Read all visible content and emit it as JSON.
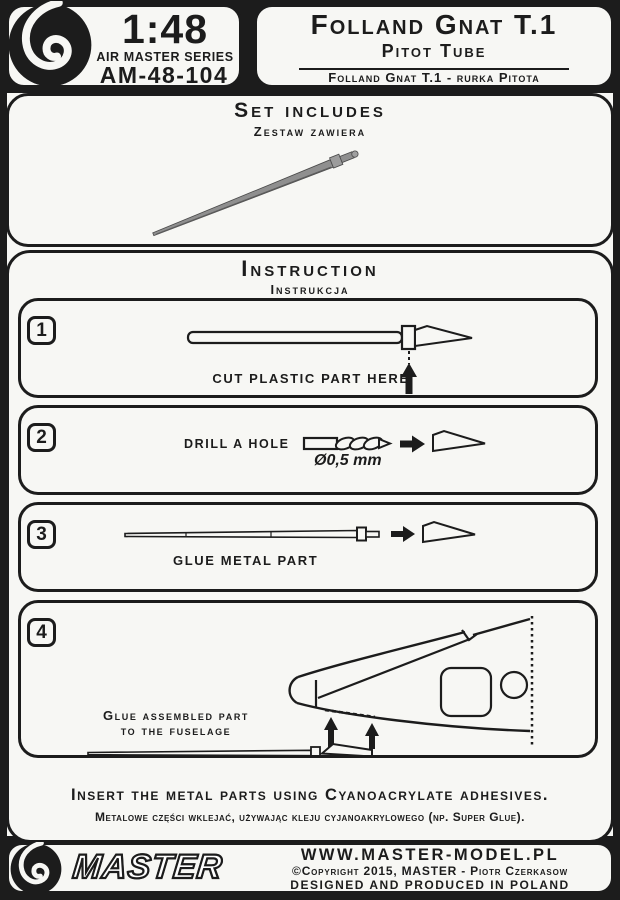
{
  "header": {
    "scale": "1:48",
    "series": "AIR MASTER SERIES",
    "code": "AM-48-104",
    "title": "Folland Gnat T.1",
    "subtitle": "Pitot Tube",
    "subtitle_pl": "Folland Gnat T.1 - rurka Pitota"
  },
  "set_includes": {
    "title": "Set includes",
    "title_pl": "Zestaw zawiera"
  },
  "instruction": {
    "title": "Instruction",
    "title_pl": "Instrukcja"
  },
  "steps": [
    {
      "number": "1",
      "caption": "CUT PLASTIC PART HERE"
    },
    {
      "number": "2",
      "caption": "DRILL A HOLE",
      "note": "Ø0,5 mm"
    },
    {
      "number": "3",
      "caption": "GLUE METAL PART"
    },
    {
      "number": "4",
      "caption_line1": "Glue assembled part",
      "caption_line2": "to the fuselage"
    }
  ],
  "note": {
    "en": "Insert the metal parts using Cyanoacrylate adhesives.",
    "pl": "Metalowe części wklejać, używając kleju cyjanoakrylowego (np. Super Glue)."
  },
  "footer": {
    "brand": "MASTER",
    "website": "WWW.MASTER-MODEL.PL",
    "copyright": "©Copyright 2015, MASTER - Piotr Czerkasow",
    "origin": "DESIGNED AND PRODUCED IN POLAND"
  },
  "colors": {
    "ink": "#1c1c1c",
    "paper": "#f7f7f4",
    "metal": "#8f8f8f"
  }
}
